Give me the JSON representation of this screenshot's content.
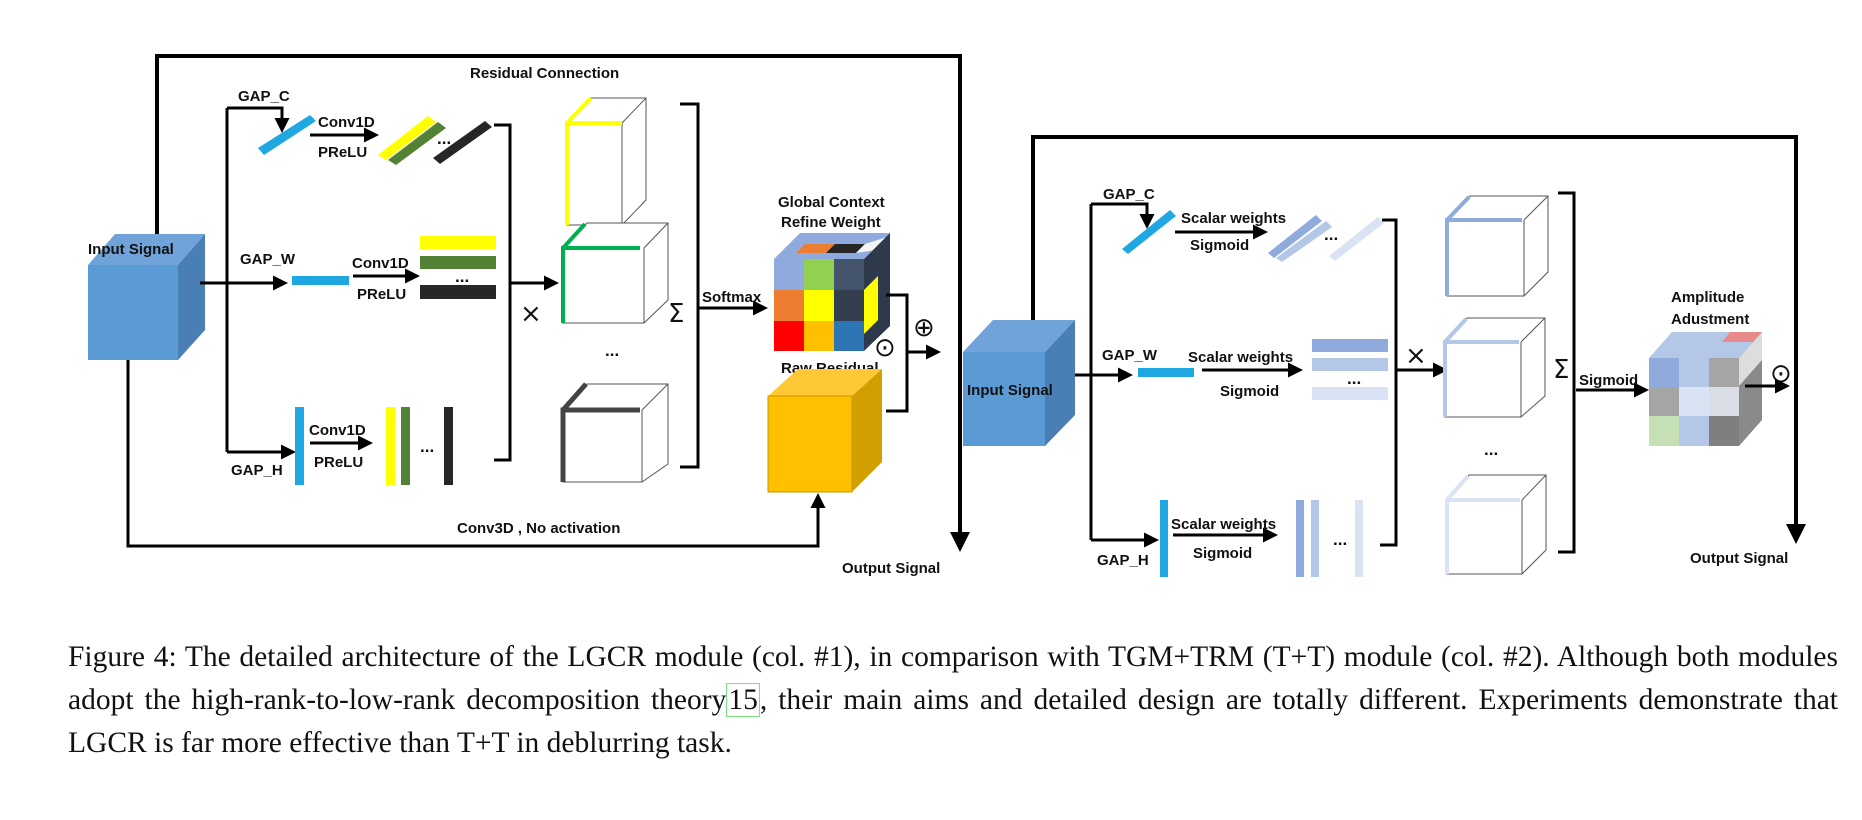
{
  "figure": {
    "left_module": {
      "name": "LGCR module",
      "labels": {
        "residual_connection": "Residual Connection",
        "input_signal": "Input Signal",
        "gap_c": "GAP_C",
        "gap_w": "GAP_W",
        "gap_h": "GAP_H",
        "conv1d_c": "Conv1D",
        "prelu_c": "PReLU",
        "conv1d_w": "Conv1D",
        "prelu_w": "PReLU",
        "conv1d_h": "Conv1D",
        "prelu_h": "PReLU",
        "multiply": "×",
        "sum": "Σ",
        "softmax": "Softmax",
        "global_context_line1": "Global Context",
        "global_context_line2": "Refine Weight",
        "raw_residual": "Raw Residual",
        "hadamard": "⊙",
        "add": "⊕",
        "conv3d": "Conv3D , No activation",
        "output_signal": "Output Signal",
        "ellipsis": "..."
      }
    },
    "right_module": {
      "name": "TGM+TRM (T+T) module",
      "labels": {
        "input_signal": "Input Signal",
        "gap_c": "GAP_C",
        "gap_w": "GAP_W",
        "gap_h": "GAP_H",
        "scalar_c": "Scalar weights",
        "sigmoid_c": "Sigmoid",
        "scalar_w": "Scalar weights",
        "sigmoid_w": "Sigmoid",
        "scalar_h": "Scalar weights",
        "sigmoid_h": "Sigmoid",
        "multiply": "×",
        "sum": "Σ",
        "sigmoid": "Sigmoid",
        "amplitude_line1": "Amplitude",
        "amplitude_line2": "Adustment",
        "hadamard": "⊙",
        "output_signal": "Output Signal",
        "ellipsis": "..."
      }
    },
    "colors": {
      "input_cube": "#5b9bd5",
      "gap_bar": "#1ea7e1",
      "yellow": "#ffff00",
      "green": "#548235",
      "black": "#262626",
      "raw_residual": "#ffc000",
      "blue_light": "#8faadc",
      "green_edge": "#00b050"
    }
  },
  "caption": {
    "part1": "Figure 4: The detailed architecture of the LGCR module (col. #1), in comparison with TGM+TRM (T+T) module (col. #2). Although both modules adopt the high-rank-to-low-rank decomposition theory",
    "citation": "15",
    "part2": ", their main aims and detailed design are totally different. Experiments demonstrate that LGCR is far more effective than T+T in deblurring task."
  }
}
